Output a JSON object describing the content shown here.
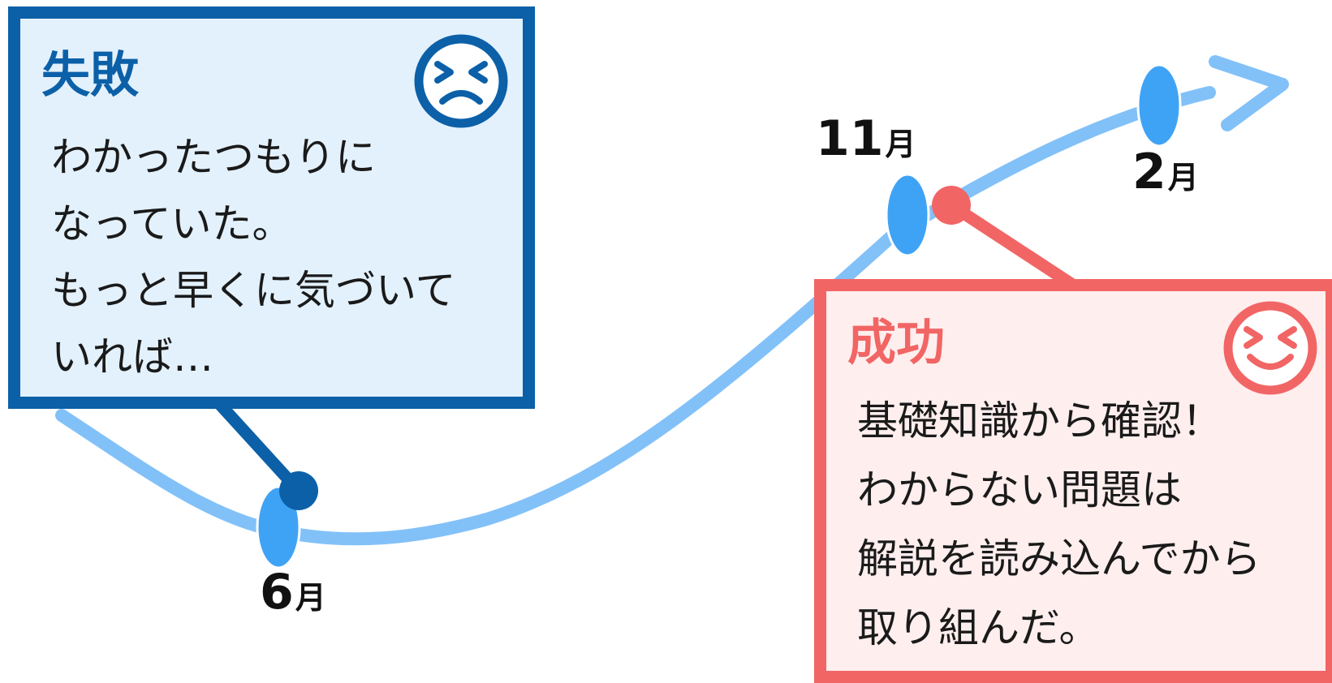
{
  "colors": {
    "path": "#82c1f8",
    "point": "#3fa3f5",
    "fail": "#0b60a8",
    "fail_bg": "#e3f1fc",
    "success": "#f26565",
    "success_bg": "#ffeeee",
    "text": "#1a1a1a"
  },
  "fail_box": {
    "title": "失敗",
    "lines": [
      "わかったつもりに",
      "なっていた。",
      "もっと早くに気づいて",
      "いれば…"
    ],
    "face_icon": "sad-face-icon"
  },
  "success_box": {
    "title": "成功",
    "lines": [
      "基礎知識から確認！",
      "わからない問題は",
      "解説を読み込んでから",
      "取り組んだ。"
    ],
    "face_icon": "happy-face-icon"
  },
  "timeline": {
    "arrow_icon": "arrow-right-icon",
    "months": [
      {
        "num": "6",
        "unit": "月"
      },
      {
        "num": "11",
        "unit": "月"
      },
      {
        "num": "2",
        "unit": "月"
      }
    ]
  }
}
